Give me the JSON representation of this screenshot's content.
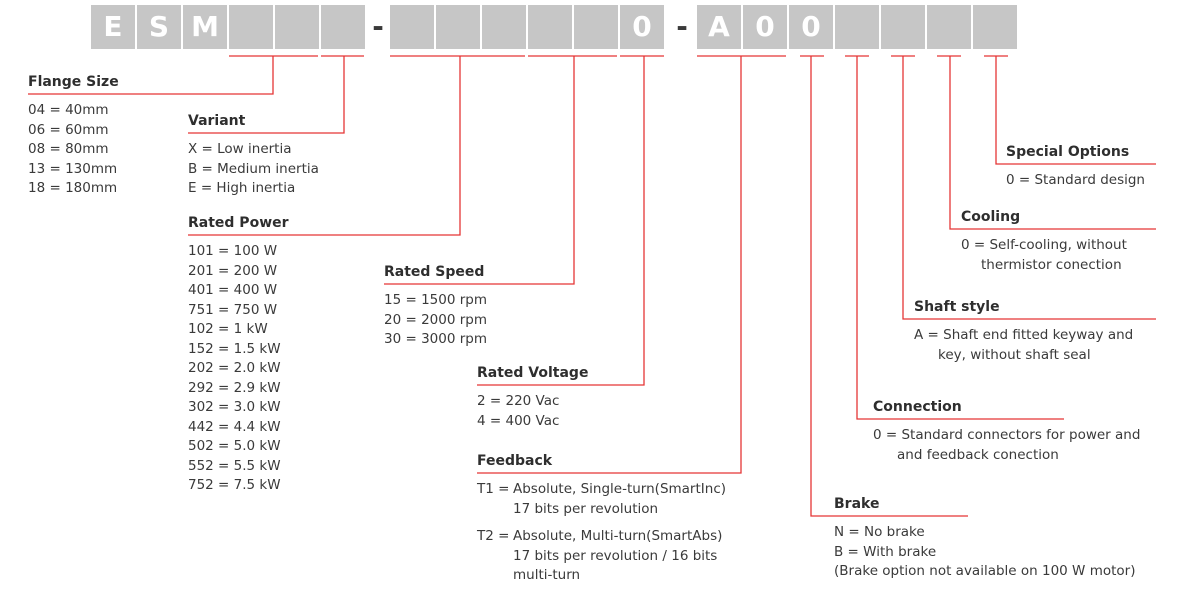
{
  "code": {
    "boxes": [
      "E",
      "S",
      "M",
      "",
      "",
      "",
      "",
      "",
      "",
      "",
      "",
      "0",
      "A",
      "0",
      "0"
    ],
    "separators": [
      "-",
      "-"
    ]
  },
  "colors": {
    "box": "#c6c6c6",
    "box_text": "#ffffff",
    "leader": "#e53535",
    "text": "#3a3a3a"
  },
  "sections": {
    "flange_size": {
      "title": "Flange Size",
      "items": [
        "04 = 40mm",
        "06 = 60mm",
        "08 = 80mm",
        "13 = 130mm",
        "18 = 180mm"
      ]
    },
    "variant": {
      "title": "Variant",
      "items": [
        "X = Low inertia",
        "B = Medium inertia",
        "E = High inertia"
      ]
    },
    "rated_power": {
      "title": "Rated Power",
      "items": [
        "101 = 100 W",
        "201 = 200 W",
        "401 = 400 W",
        "751 = 750 W",
        "102 = 1 kW",
        "152 = 1.5 kW",
        "202 = 2.0 kW",
        "292 = 2.9 kW",
        "302 = 3.0 kW",
        "442 = 4.4 kW",
        "502 = 5.0 kW",
        "552 = 5.5 kW",
        "752 = 7.5 kW"
      ]
    },
    "rated_speed": {
      "title": "Rated Speed",
      "items": [
        "15 = 1500 rpm",
        "20 = 2000 rpm",
        "30 = 3000 rpm"
      ]
    },
    "rated_voltage": {
      "title": "Rated Voltage",
      "items": [
        "2 = 220 Vac",
        "4 = 400 Vac"
      ]
    },
    "feedback": {
      "title": "Feedback",
      "t1": {
        "key": "T1 =",
        "line1": "Absolute, Single-turn(SmartInc)",
        "line2": "17 bits per revolution"
      },
      "t2": {
        "key": "T2 =",
        "line1": "Absolute, Multi-turn(SmartAbs)",
        "line2": "17 bits per revolution / 16 bits",
        "line3": "multi-turn"
      }
    },
    "brake": {
      "title": "Brake",
      "items": [
        "N = No brake",
        "B = With brake",
        "(Brake option not available on 100 W motor)"
      ]
    },
    "connection": {
      "title": "Connection",
      "line1": "0 = Standard connectors for power and",
      "line2": "and feedback conection"
    },
    "shaft_style": {
      "title": "Shaft style",
      "line1": "A = Shaft end fitted keyway and",
      "line2": "key, without shaft seal"
    },
    "cooling": {
      "title": "Cooling",
      "line1": "0 = Self-cooling, without",
      "line2": "thermistor conection"
    },
    "special_options": {
      "title": "Special Options",
      "line1": "0 = Standard design"
    }
  }
}
